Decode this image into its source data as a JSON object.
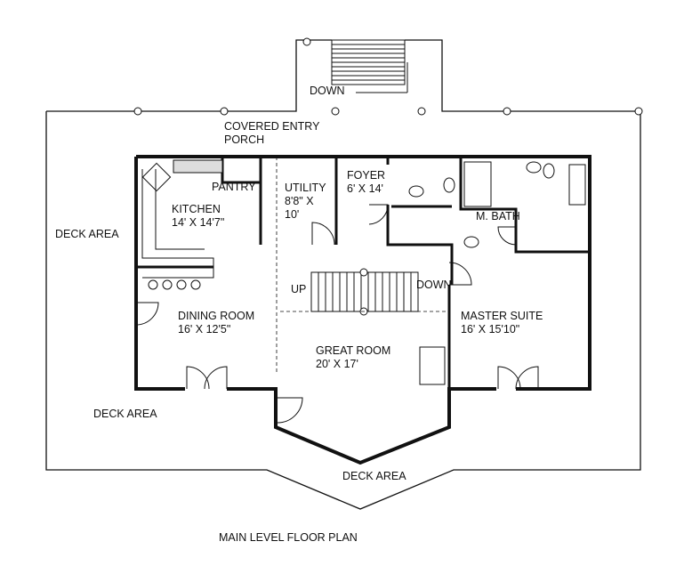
{
  "plan": {
    "title": "MAIN LEVEL FLOOR PLAN",
    "labels": {
      "down_top": "DOWN",
      "porch_line1": "COVERED ENTRY",
      "porch_line2": "PORCH",
      "deck_left": "DECK AREA",
      "deck_bottom_left": "DECK AREA",
      "deck_bottom": "DECK AREA",
      "pantry": "PANTRY",
      "up": "UP",
      "down_stair": "DOWN",
      "m_bath": "M. BATH"
    },
    "rooms": [
      {
        "name": "KITCHEN",
        "size": "14' X 14'7\""
      },
      {
        "name": "UTILITY",
        "size": "8'8\" X",
        "size2": "10'"
      },
      {
        "name": "FOYER",
        "size": "6' X 14'"
      },
      {
        "name": "DINING ROOM",
        "size": "16' X 12'5\""
      },
      {
        "name": "GREAT ROOM",
        "size": "20' X 17'"
      },
      {
        "name": "MASTER SUITE",
        "size": "16' X 15'10\""
      }
    ]
  }
}
